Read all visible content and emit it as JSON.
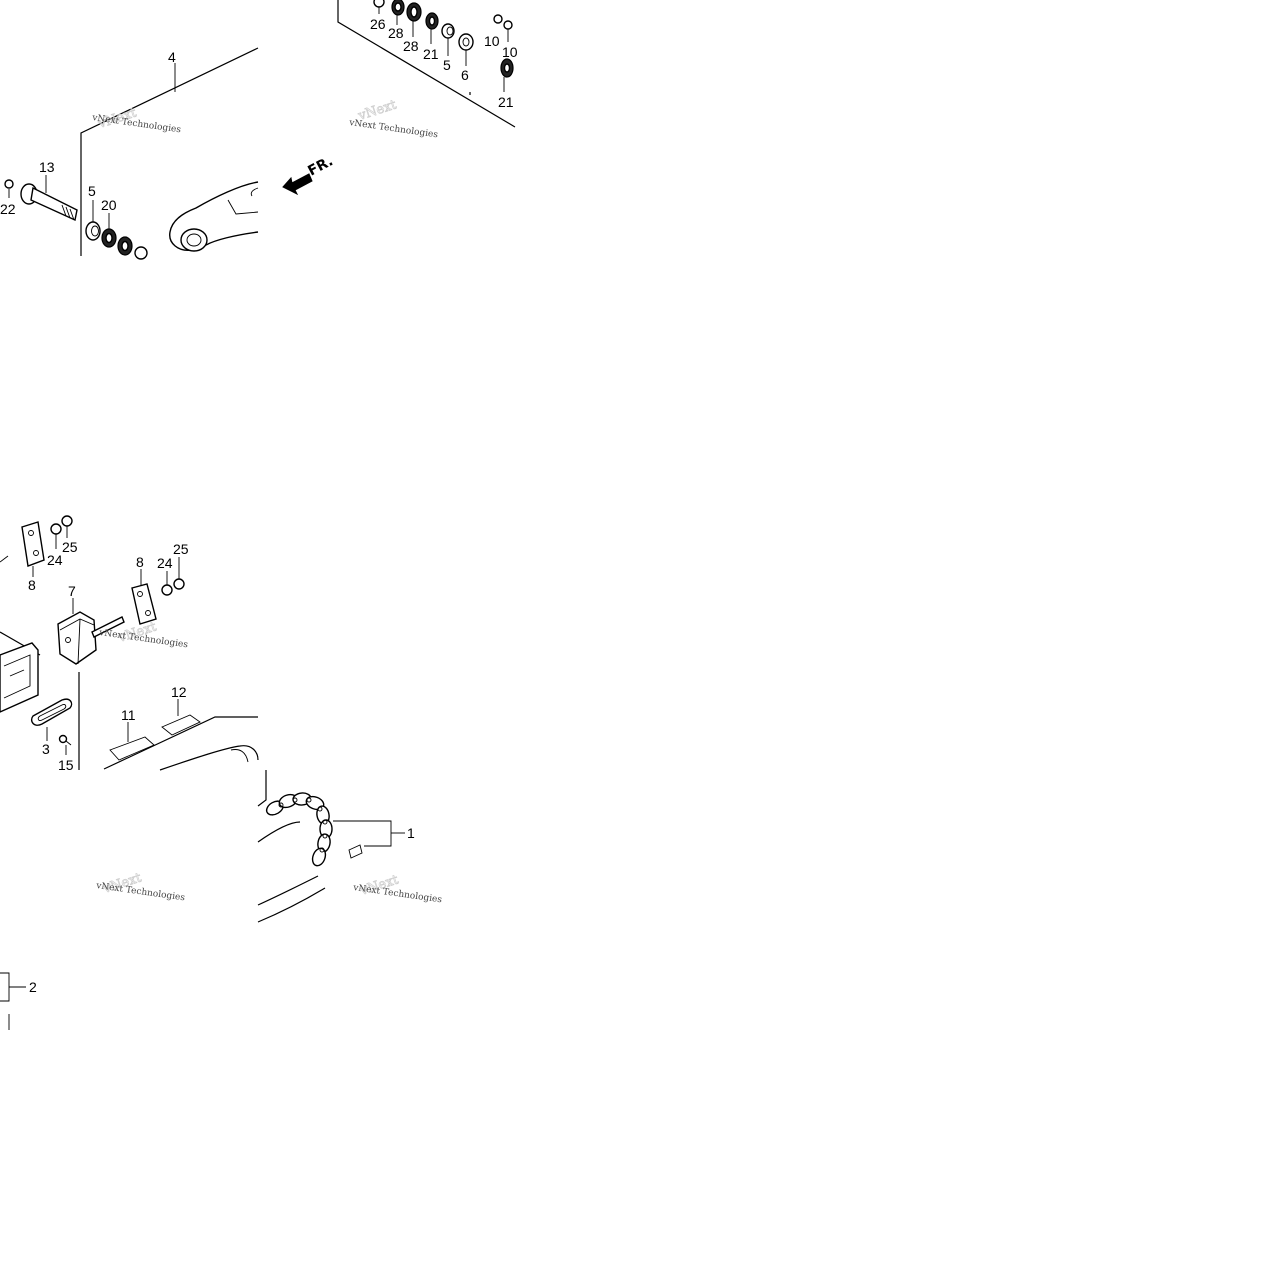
{
  "callouts": {
    "c1": "1",
    "c2": "2",
    "c3": "3",
    "c4": "4",
    "c5a": "5",
    "c5b": "5",
    "c6": "6",
    "c7": "7",
    "c8a": "8",
    "c8b": "8",
    "c10a": "10",
    "c10b": "10",
    "c11": "11",
    "c12": "12",
    "c13": "13",
    "c15": "15",
    "c20": "20",
    "c21a": "21",
    "c21b": "21",
    "c22": "22",
    "c24a": "24",
    "c24b": "24",
    "c25a": "25",
    "c25b": "25",
    "c26": "26",
    "c28a": "28",
    "c28b": "28"
  },
  "direction_marker": "FR.",
  "watermarks": [
    "vNext Technologies",
    "vNext Technologies",
    "vNext Technologies",
    "vNext Technologies",
    "vNext Technologies"
  ]
}
